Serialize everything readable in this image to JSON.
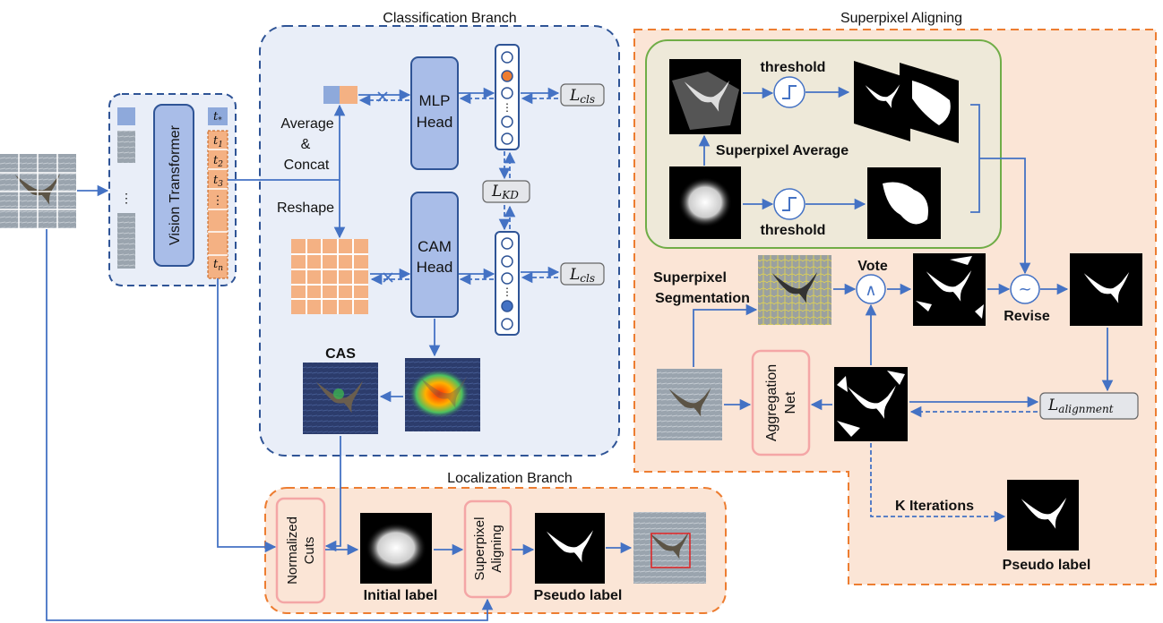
{
  "classification": {
    "title": "Classification Branch",
    "avg_concat": [
      "Average",
      "&",
      "Concat"
    ],
    "reshape": "Reshape",
    "mlp_head": [
      "MLP",
      "Head"
    ],
    "cam_head": [
      "CAM",
      "Head"
    ],
    "cas": "CAS"
  },
  "vit": {
    "label": "Vision Transformer"
  },
  "tokens": {
    "cls": "t",
    "cls_sub": "*",
    "t1": "t",
    "t1_sub": "1",
    "t2": "t",
    "t2_sub": "2",
    "t3": "t",
    "t3_sub": "3",
    "dots": "⋮",
    "tn": "t",
    "tn_sub": "n"
  },
  "losses": {
    "cls": "L",
    "cls_sub": "cls",
    "kd": "L",
    "kd_sub": "KD",
    "align": "L",
    "align_sub": "alignment"
  },
  "localization": {
    "title": "Localization Branch",
    "ncuts": [
      "Normalized",
      "Cuts"
    ],
    "initial_label": "Initial label",
    "sp_align": [
      "Superpixel",
      "Aligning"
    ],
    "pseudo_label": "Pseudo label"
  },
  "superpixel": {
    "title": "Superpixel Aligning",
    "threshold": "threshold",
    "sp_average": "Superpixel Average",
    "sp_segmentation": [
      "Superpixel",
      "Segmentation"
    ],
    "vote": "Vote",
    "vote_symbol": "∧",
    "revise": "Revise",
    "revise_symbol": "~",
    "aggregation": [
      "Aggregation",
      "Net"
    ],
    "k_iterations": "K Iterations",
    "pseudo_label": "Pseudo label"
  },
  "colors": {
    "blue_line": "#4472c4",
    "orange_dash": "#ed7d31",
    "green": "#70ad47",
    "token_orange": "#f4b183",
    "head_blue": "#a9bde8"
  }
}
